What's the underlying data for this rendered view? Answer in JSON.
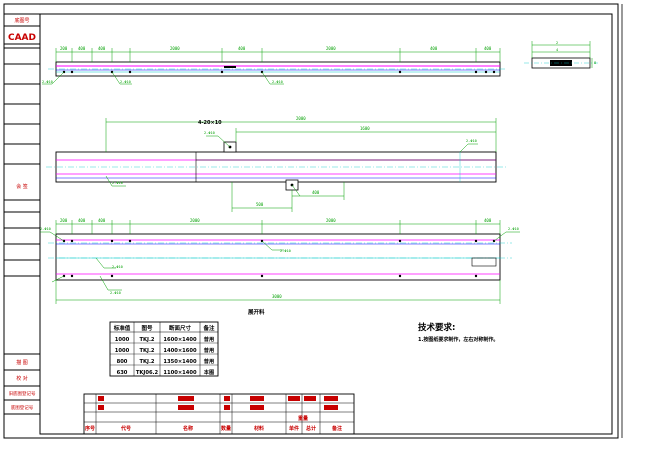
{
  "colors": {
    "border": "#000000",
    "dim": "#00a000",
    "green": "#00c800",
    "cyan": "#00c8c8",
    "magenta": "#ff00ff",
    "blue": "#0000ff",
    "red": "#d00000",
    "title_red": "#c80000"
  },
  "side_column": {
    "label_top": "底图号",
    "label_caad": "CAAD",
    "label_mid": "会 签",
    "label_low1": "描 图",
    "label_low2": "校 对",
    "label_low3": "旧底图登记号",
    "label_low4": "底图登记号"
  },
  "views": {
    "top_dims": [
      "200",
      "400",
      "400",
      "2000",
      "400",
      "2000",
      "400",
      "400"
    ],
    "top_right_dims": [
      "2",
      "4",
      "8"
    ],
    "middle_note": "4-20×10",
    "middle_total": "2000",
    "middle_sub": "1600",
    "middle_bottom_dims": [
      "500",
      "400"
    ],
    "bottom_total": "3000",
    "caption": "展开料"
  },
  "table": {
    "headers": [
      "标准值",
      "图号",
      "断面尺寸",
      "备注"
    ],
    "rows": [
      [
        "1000",
        "TKJ.2",
        "1600×1400",
        "普用"
      ],
      [
        "1000",
        "TKJ.2",
        "1400×1600",
        "普用"
      ],
      [
        "800",
        "TKJ.2",
        "1350×1400",
        "普用"
      ],
      [
        "630",
        "TKJ06.2",
        "1100×1400",
        "本图"
      ]
    ]
  },
  "tech": {
    "title": "技术要求:",
    "line1": "1.按图纸要求制作，左右对称制作。"
  },
  "title_block": {
    "col_labels": [
      "序号",
      "代号",
      "名称",
      "数量",
      "材料",
      "单件",
      "总计",
      "备注"
    ],
    "weight_label": "重量"
  }
}
